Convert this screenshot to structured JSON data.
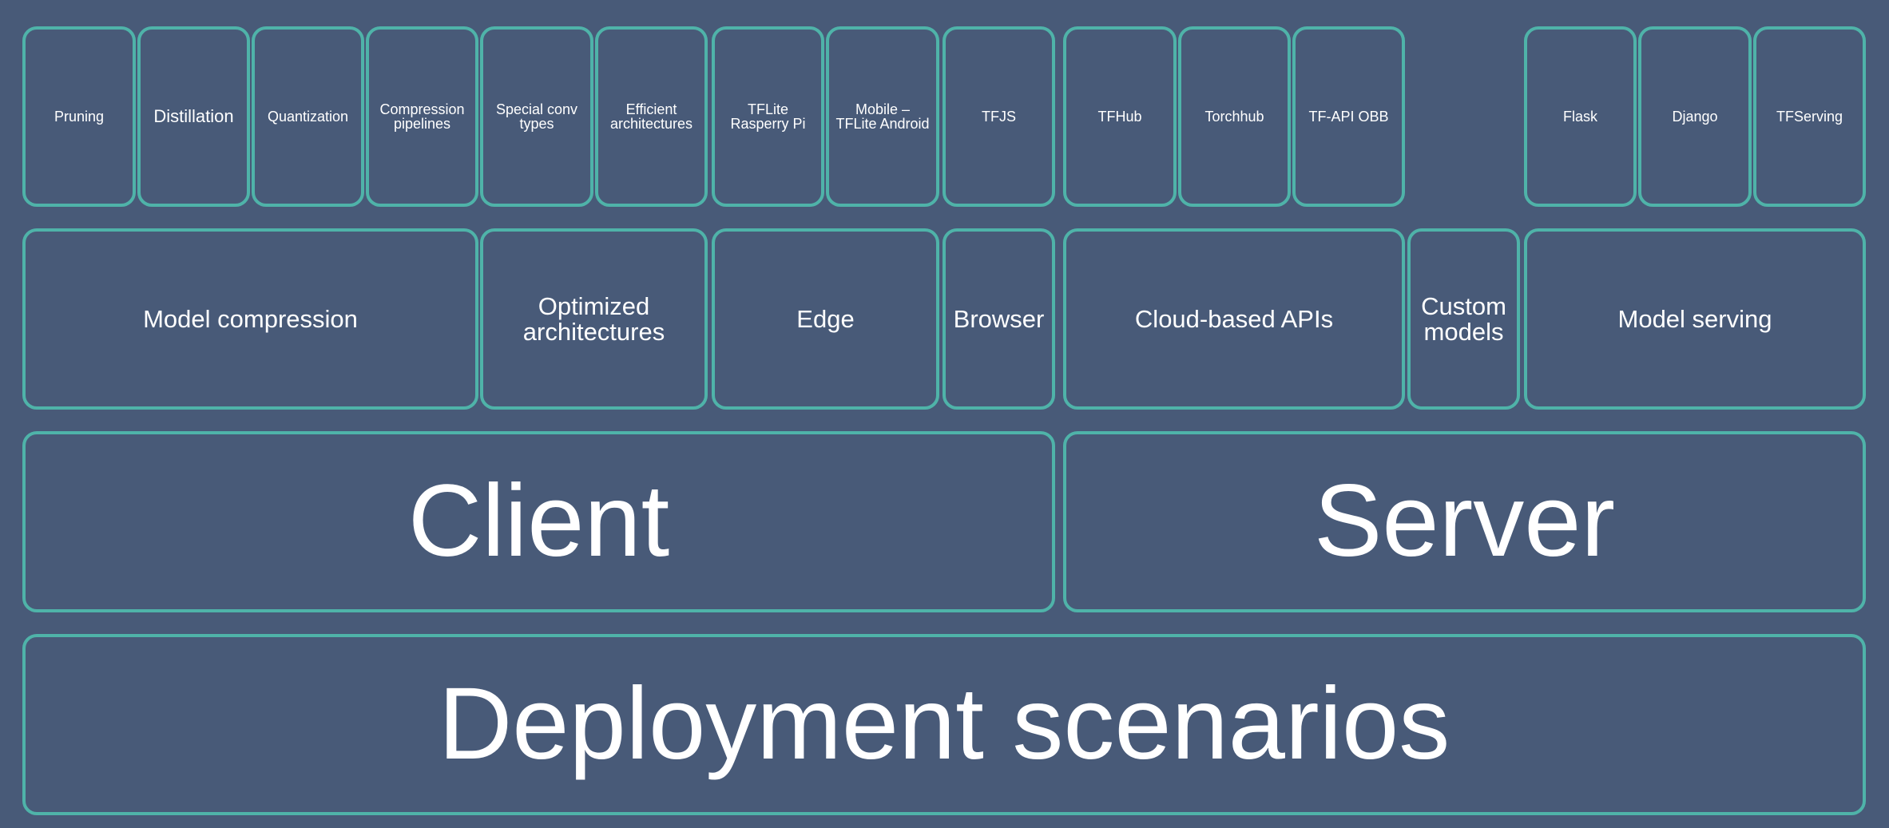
{
  "colors": {
    "background": "#485a78",
    "border": "#4fb3a9",
    "text": "#ffffff"
  },
  "tools": {
    "pruning": "Pruning",
    "distillation": "Distillation",
    "quantization": "Quantization",
    "compression_pipelines": "Compression\npipelines",
    "special_conv_types": "Special conv\ntypes",
    "efficient_architectures": "Efficient\narchitectures",
    "tflite_raspberry_pi": "TFLite\nRasperry Pi",
    "mobile_tflite_android": "Mobile –\nTFLite Android",
    "tfjs": "TFJS",
    "tfhub": "TFHub",
    "torchhub": "Torchhub",
    "tf_api_obb": "TF-API OBB",
    "flask": "Flask",
    "django": "Django",
    "tfserving": "TFServing"
  },
  "categories": {
    "model_compression": "Model compression",
    "optimized_architectures": "Optimized\narchitectures",
    "edge": "Edge",
    "browser": "Browser",
    "cloud_based_apis": "Cloud-based APIs",
    "custom_models": "Custom\nmodels",
    "model_serving": "Model serving"
  },
  "sides": {
    "client": "Client",
    "server": "Server"
  },
  "root": {
    "title": "Deployment scenarios"
  }
}
